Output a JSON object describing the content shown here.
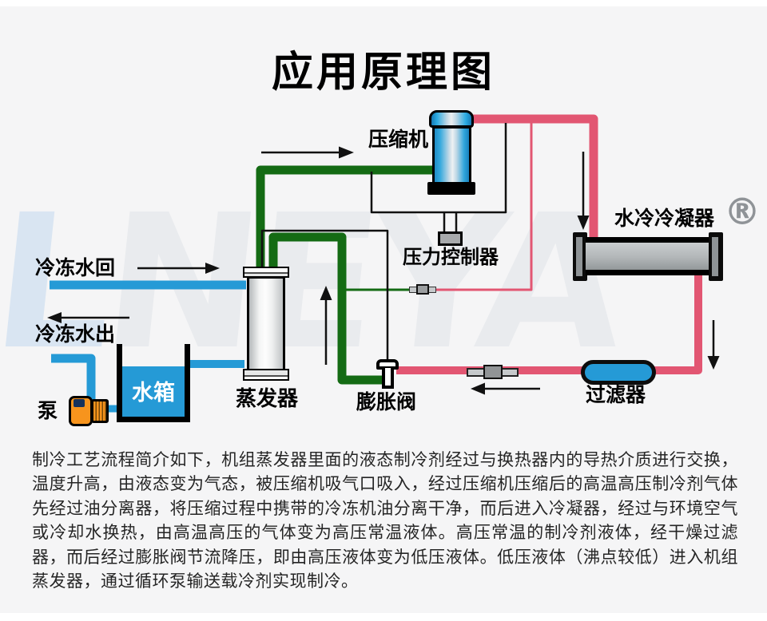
{
  "page": {
    "title": "应用原理图",
    "watermark_l": "L",
    "watermark_rest": "NEYA",
    "registered_mark": "®",
    "background": "#f5f5f6"
  },
  "diagram": {
    "labels": {
      "compressor": "压缩机",
      "pressure_controller": "压力控制器",
      "condenser": "水冷冷凝器",
      "chilled_water_return": "冷冻水回",
      "chilled_water_out": "冷冻水出",
      "pump": "泵",
      "water_tank": "水箱",
      "evaporator": "蒸发器",
      "expansion_valve": "膨胀阀",
      "filter": "过滤器"
    },
    "colors": {
      "pipe_green": "#146b14",
      "pipe_red": "#e25672",
      "pipe_blue": "#259ad6",
      "component_blue": "#29abe2",
      "pump_orange": "#f7941d",
      "line_black": "#111111"
    }
  },
  "description": {
    "text": "制冷工艺流程简介如下，机组蒸发器里面的液态制冷剂经过与换热器内的导热介质进行交换，温度升高，由液态变为气态，被压缩机吸气口吸入，经过压缩机压缩后的高温高压制冷剂气体先经过油分离器，将压缩过程中携带的冷冻机油分离干净，而后进入冷凝器，经过与环境空气或冷却水换热，由高温高压的气体变为高压常温液体。高压常温的制冷剂液体，经干燥过滤器，而后经过膨胀阀节流降压，即由高压液体变为低压液体。低压液体（沸点较低）进入机组蒸发器，通过循环泵输送载冷剂实现制冷。"
  }
}
